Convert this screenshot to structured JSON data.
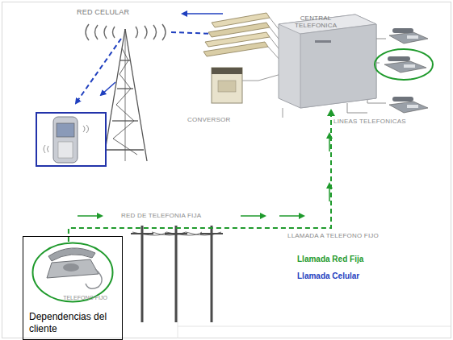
{
  "diagram": {
    "nodes": [
      {
        "text": [
          "CENTRAL TELEFONICA"
        ]
      },
      {
        "text": [
          "Dependencias del cliente"
        ]
      },
      {
        "text": [
          "TELEFONO FIJO"
        ],
        "in": 1
      }
    ],
    "edges": [
      {
        "from": 2,
        "to": 0,
        "arrow": "to"
      }
    ],
    "labels": [
      "RED CELULAR",
      "CONVERSOR",
      "LINEAS TELEFONICAS",
      "RED DE TELEFONIA FIJA",
      "LLAMADA A TELEFONO FIJO"
    ],
    "legend": [
      {
        "text": "Llamada Red Fija",
        "color": "#1f9a2c"
      },
      {
        "text": "Llamada Celular",
        "color": "#1f3fbf"
      }
    ]
  }
}
